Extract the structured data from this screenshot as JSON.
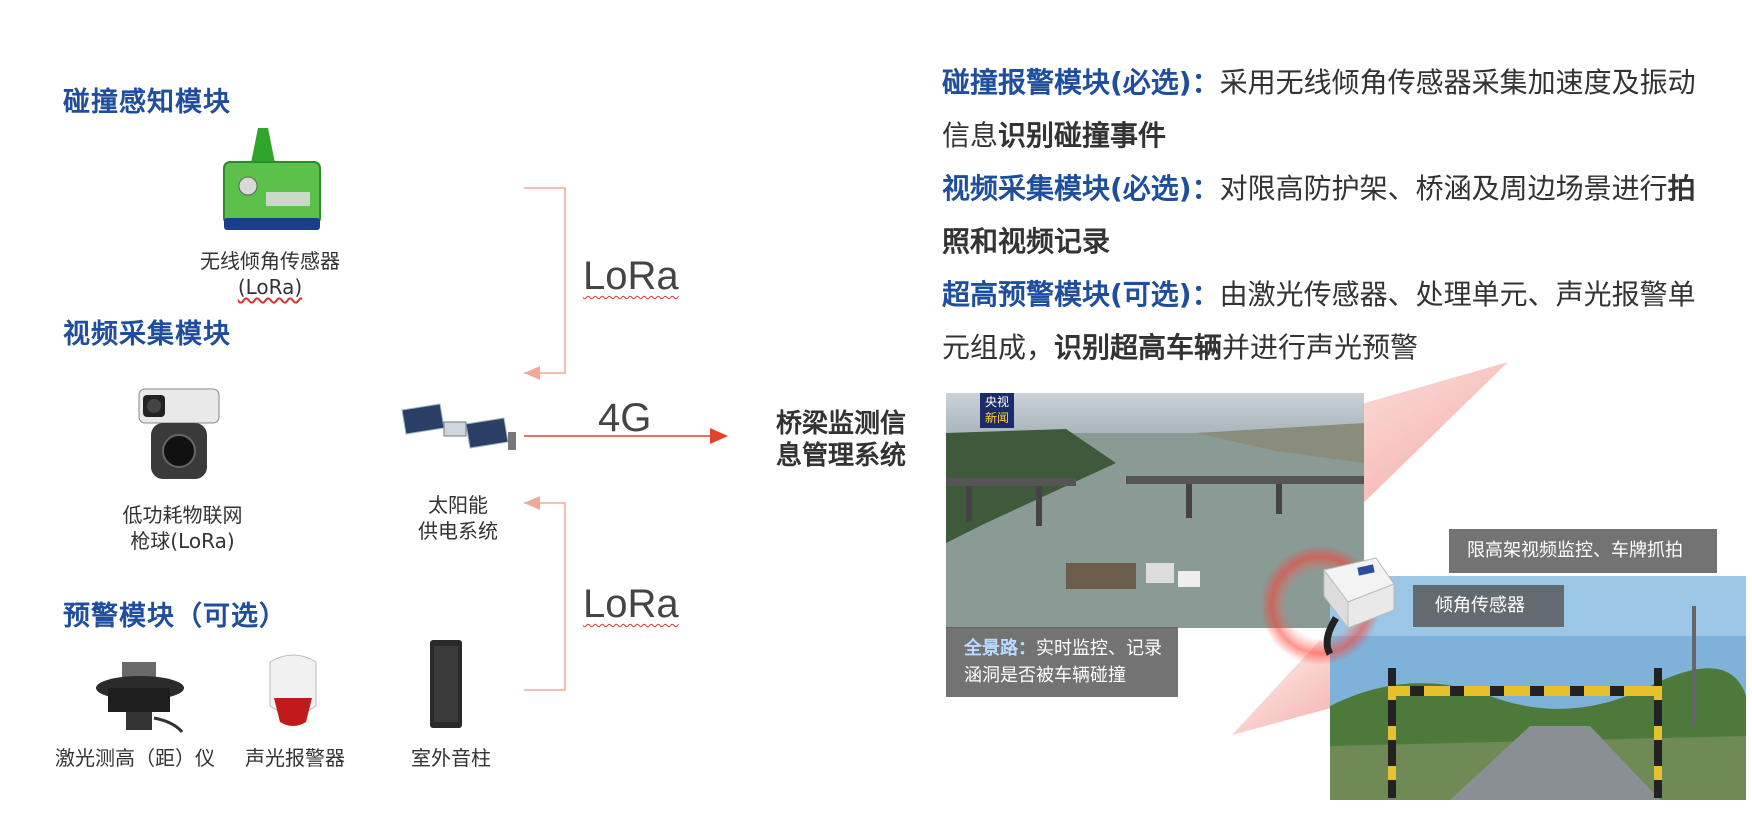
{
  "left": {
    "collision_title": "碰撞感知模块",
    "sensor_caption_1": "无线倾角传感器",
    "sensor_caption_2": "(LoRa)",
    "video_title": "视频采集模块",
    "camera_caption_1": "低功耗物联网",
    "camera_caption_2": "枪球(LoRa)",
    "warning_title": "预警模块（可选）",
    "laser_caption": "激光测高（距）仪",
    "alarm_caption": "声光报警器",
    "speaker_caption": "室外音柱"
  },
  "center": {
    "lora_top": "LoRa",
    "lora_bottom": "LoRa",
    "g4": "4G",
    "solar_caption_1": "太阳能",
    "solar_caption_2": "供电系统",
    "system_1": "桥梁监测信",
    "system_2": "息管理系统"
  },
  "right": {
    "p1_head": "碰撞报警模块(必选)：",
    "p1_body": "采用无线倾角传感器采集加速度及振动信息",
    "p1_bold": "识别碰撞事件",
    "p2_head": "视频采集模块(必选)：",
    "p2_body": "对限高防护架、桥涵及周边场景进行",
    "p2_bold": "拍照和视频记录",
    "p3_head": "超高预警模块(可选)：",
    "p3_body": "由激光传感器、处理单元、声光报警单元组成，",
    "p3_bold": "识别超高车辆",
    "p3_tail": "并进行声光预警",
    "news_logo_1": "央视",
    "news_logo_2": "新闻",
    "panorama_head": "全景路：",
    "panorama_body": "实时监控、记录涵洞是否被车辆碰撞",
    "tag_gantry": "限高架视频监控、车牌抓拍",
    "tag_sensor": "倾角传感器"
  },
  "colors": {
    "title_blue": "#1f4e9e",
    "arrow_red": "#e0442a",
    "bracket_pink": "#f0a89a"
  }
}
